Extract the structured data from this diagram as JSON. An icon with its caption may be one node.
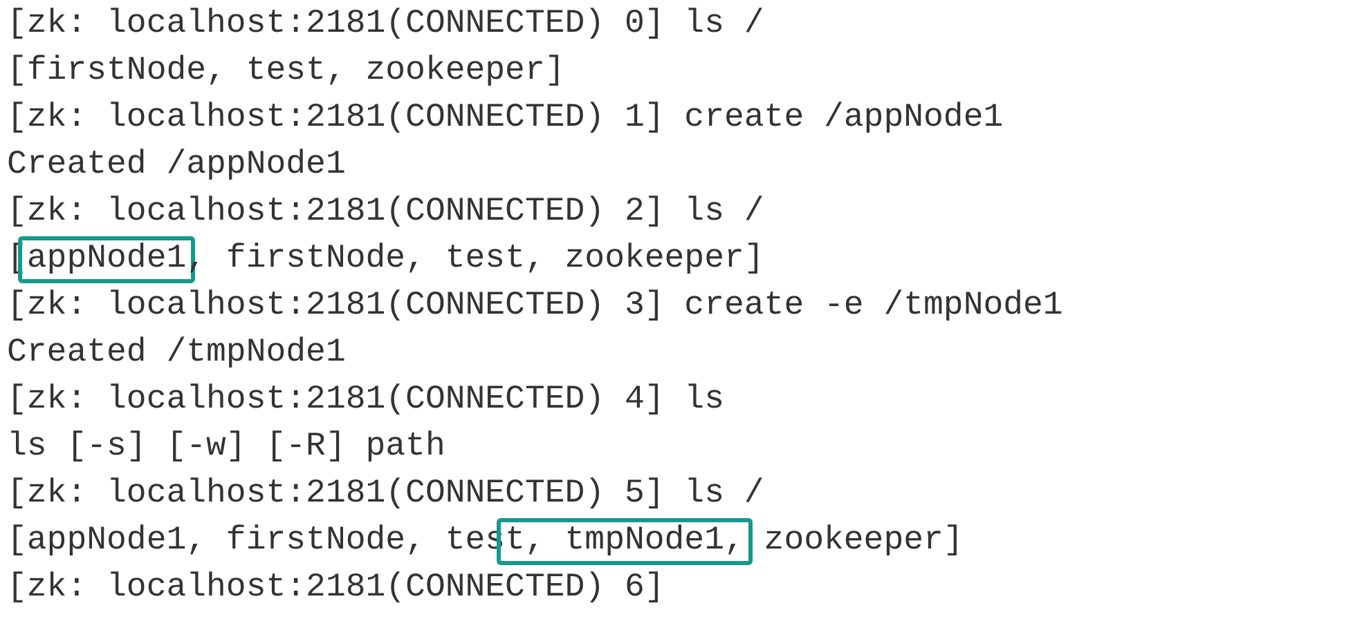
{
  "diagram": {
    "nodes": [
      {
        "text": [
          "appNode1"
        ]
      },
      {
        "text": [
          "t, tmpNode1,"
        ]
      }
    ],
    "labels": [
      "[zk: localhost:2181(CONNECTED) 0] ls /",
      "[firstNode, test, zookeeper]",
      "[zk: localhost:2181(CONNECTED) 1] create /appNode1",
      "Created /appNode1",
      "[zk: localhost:2181(CONNECTED) 2] ls /",
      "[",
      ", firstNode, test, zookeeper]",
      "[zk: localhost:2181(CONNECTED) 3] create -e /tmpNode1",
      "Created /tmpNode1",
      "[zk: localhost:2181(CONNECTED) 4] ls",
      "ls [-s] [-w] [-R] path",
      "[zk: localhost:2181(CONNECTED) 5] ls /",
      "[appNode1, firstNode, tes",
      " zookeeper]",
      "[zk: localhost:2181(CONNECTED) 6]"
    ]
  }
}
